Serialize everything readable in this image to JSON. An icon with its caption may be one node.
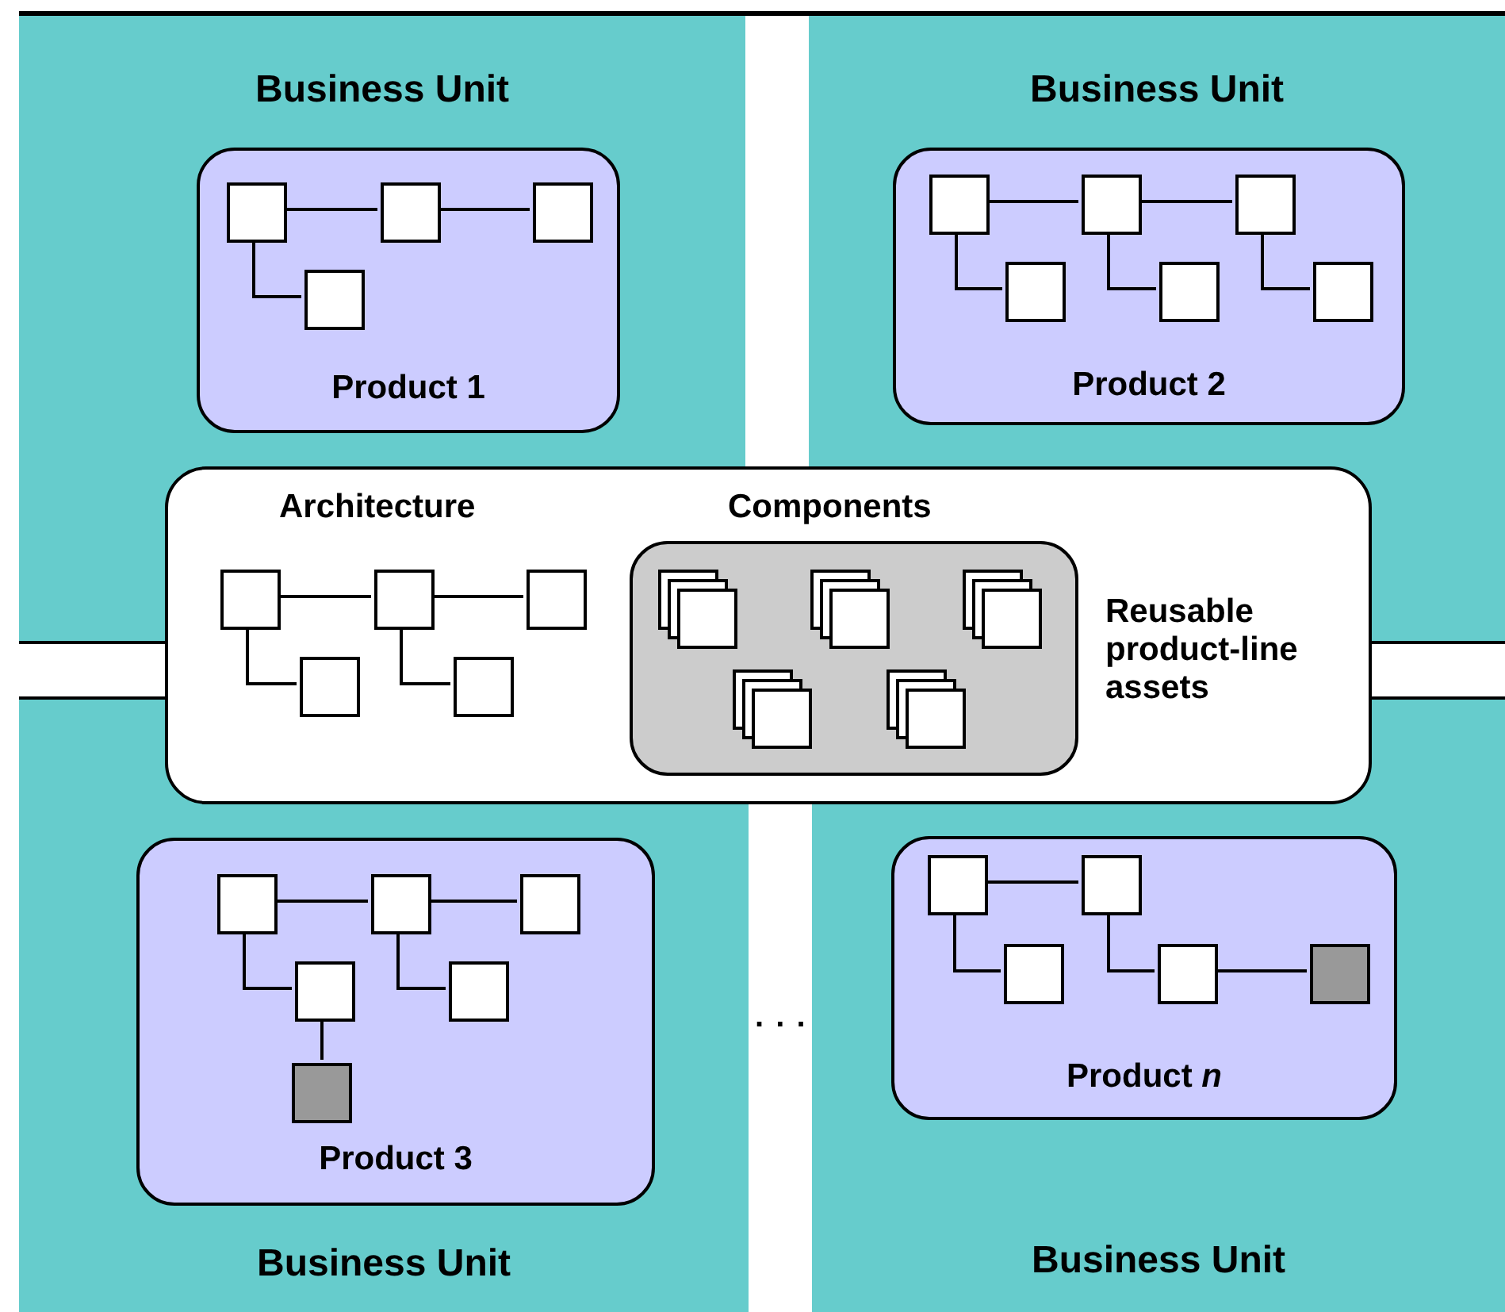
{
  "diagram": {
    "nodes": [
      {
        "text": [
          "Business Unit"
        ]
      },
      {
        "text": [
          "Product 1"
        ],
        "in": 0
      },
      {
        "text": [],
        "shape": "box",
        "in": 1
      },
      {
        "text": [],
        "shape": "box",
        "in": 1
      },
      {
        "text": [],
        "shape": "box",
        "in": 1
      },
      {
        "text": [],
        "shape": "box",
        "in": 1
      },
      {
        "text": [
          "Business Unit"
        ]
      },
      {
        "text": [
          "Product 2"
        ],
        "in": 6
      },
      {
        "text": [],
        "shape": "box",
        "in": 7
      },
      {
        "text": [],
        "shape": "box",
        "in": 7
      },
      {
        "text": [],
        "shape": "box",
        "in": 7
      },
      {
        "text": [],
        "shape": "box",
        "in": 7
      },
      {
        "text": [],
        "shape": "box",
        "in": 7
      },
      {
        "text": [],
        "shape": "box",
        "in": 7
      },
      {
        "text": [
          "Architecture",
          "Reusable product-line assets"
        ]
      },
      {
        "text": [],
        "shape": "box",
        "in": 14
      },
      {
        "text": [],
        "shape": "box",
        "in": 14
      },
      {
        "text": [],
        "shape": "box",
        "in": 14
      },
      {
        "text": [],
        "shape": "box",
        "in": 14
      },
      {
        "text": [],
        "shape": "box",
        "in": 14
      },
      {
        "text": [
          "Components"
        ],
        "in": 14
      },
      {
        "text": [
          "Business Unit"
        ]
      },
      {
        "text": [
          "Product 3"
        ],
        "in": 21
      },
      {
        "text": [],
        "shape": "box",
        "in": 22
      },
      {
        "text": [],
        "shape": "box",
        "in": 22
      },
      {
        "text": [],
        "shape": "box",
        "in": 22
      },
      {
        "text": [],
        "shape": "box",
        "in": 22
      },
      {
        "text": [],
        "shape": "box",
        "in": 22
      },
      {
        "text": [],
        "shape": "box",
        "in": 22
      },
      {
        "text": [
          "Business Unit"
        ]
      },
      {
        "text": [
          "Product *n*"
        ],
        "in": 29
      },
      {
        "text": [],
        "shape": "box",
        "in": 30
      },
      {
        "text": [],
        "shape": "box",
        "in": 30
      },
      {
        "text": [],
        "shape": "box",
        "in": 30
      },
      {
        "text": [],
        "shape": "box",
        "in": 30
      },
      {
        "text": [],
        "shape": "box",
        "in": 30
      }
    ],
    "edges": [
      {
        "from": 2,
        "to": 3,
        "arrow": "none"
      },
      {
        "from": 3,
        "to": 4,
        "arrow": "none"
      },
      {
        "from": 2,
        "to": 5,
        "arrow": "none"
      },
      {
        "from": 8,
        "to": 9,
        "arrow": "none"
      },
      {
        "from": 9,
        "to": 10,
        "arrow": "none"
      },
      {
        "from": 8,
        "to": 11,
        "arrow": "none"
      },
      {
        "from": 9,
        "to": 12,
        "arrow": "none"
      },
      {
        "from": 10,
        "to": 13,
        "arrow": "none"
      },
      {
        "from": 15,
        "to": 16,
        "arrow": "none"
      },
      {
        "from": 16,
        "to": 17,
        "arrow": "none"
      },
      {
        "from": 15,
        "to": 18,
        "arrow": "none"
      },
      {
        "from": 16,
        "to": 19,
        "arrow": "none"
      },
      {
        "from": 23,
        "to": 24,
        "arrow": "none"
      },
      {
        "from": 24,
        "to": 25,
        "arrow": "none"
      },
      {
        "from": 23,
        "to": 26,
        "arrow": "none"
      },
      {
        "from": 24,
        "to": 27,
        "arrow": "none"
      },
      {
        "from": 26,
        "to": 28,
        "arrow": "none"
      },
      {
        "from": 31,
        "to": 32,
        "arrow": "none"
      },
      {
        "from": 31,
        "to": 33,
        "arrow": "none"
      },
      {
        "from": 32,
        "to": 34,
        "arrow": "none"
      },
      {
        "from": 34,
        "to": 35,
        "arrow": "none"
      }
    ],
    "labels": [
      ". . ."
    ]
  }
}
